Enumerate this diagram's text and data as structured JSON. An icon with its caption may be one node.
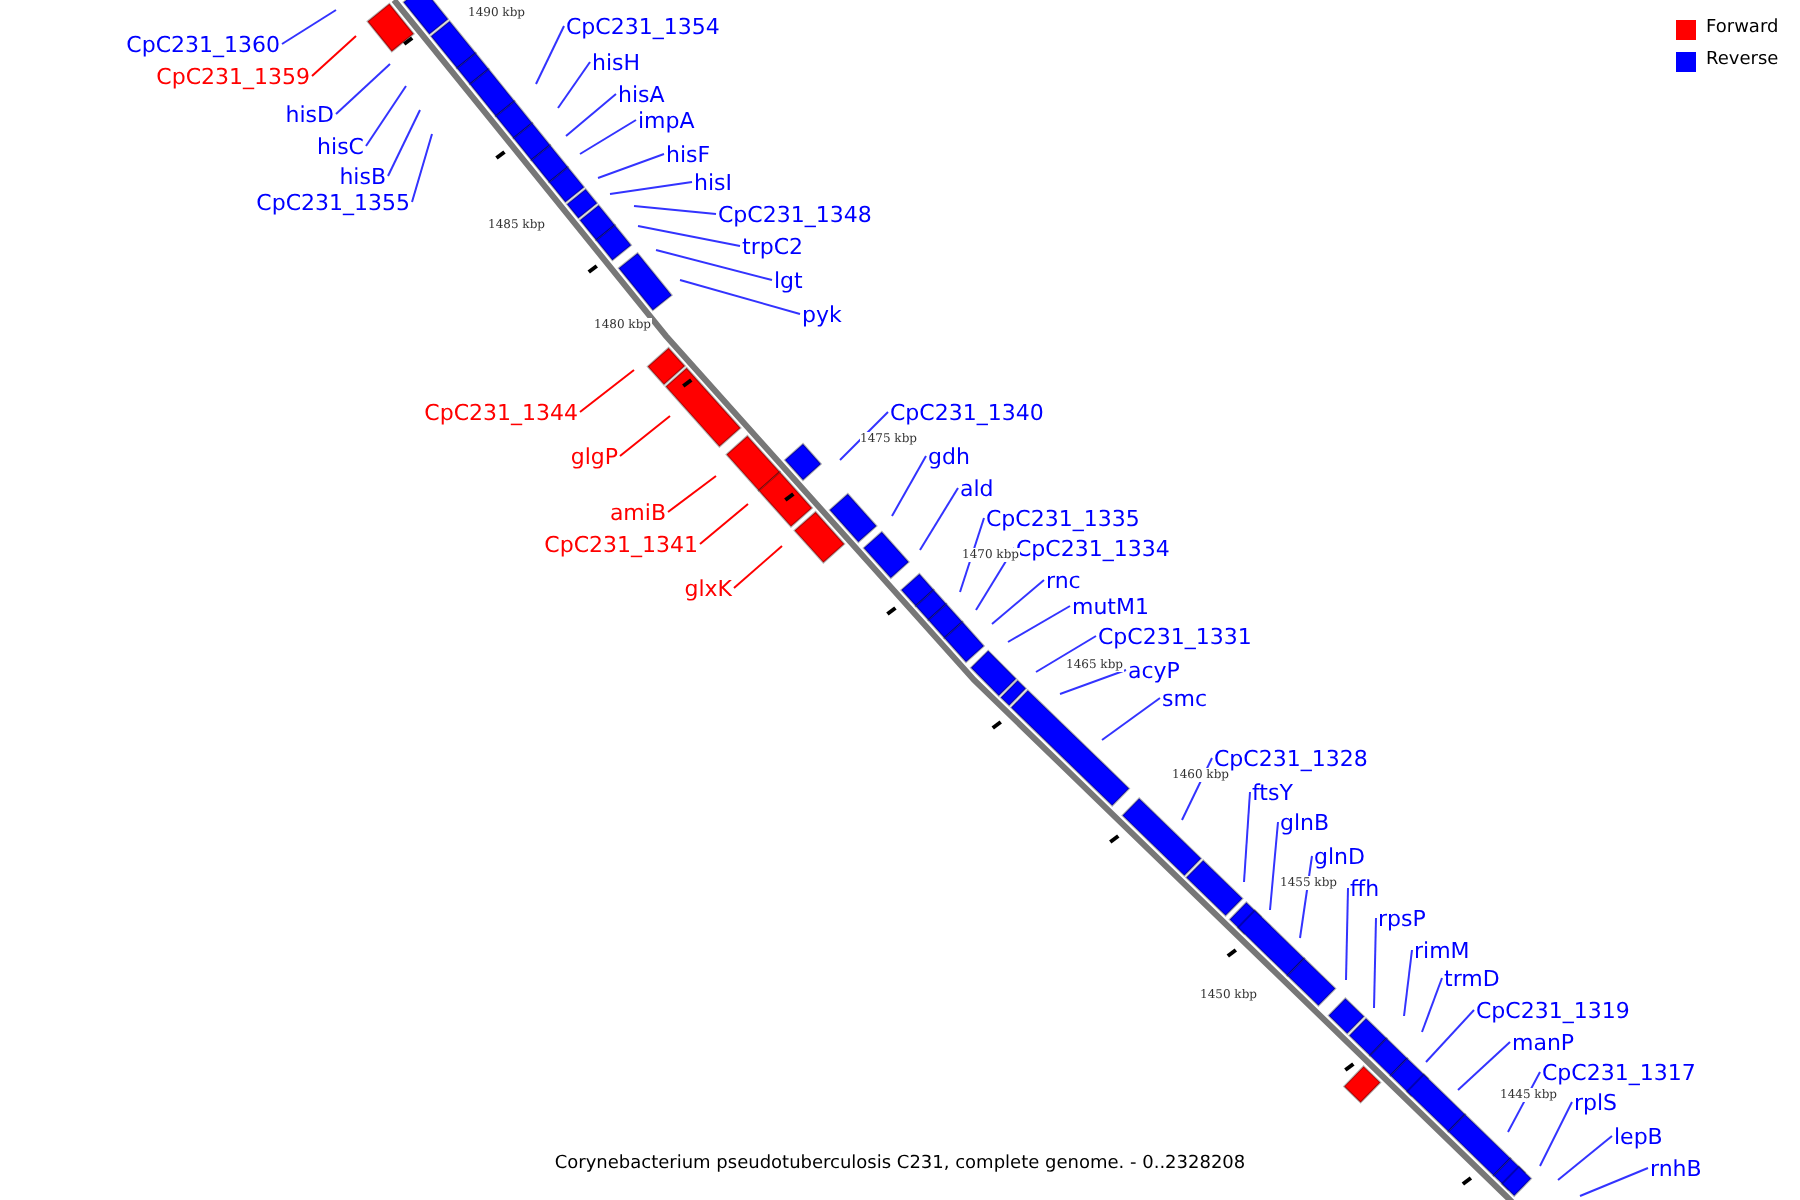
{
  "diagram": {
    "caption": "Corynebacterium pseudotuberculosis C231, complete genome. - 0..2328208",
    "nodes": [
      {
        "text": [
          "CpC231_1360"
        ]
      },
      {
        "text": [
          "CpC231_1359"
        ]
      },
      {
        "text": [
          "hisD"
        ]
      },
      {
        "text": [
          "hisC"
        ]
      },
      {
        "text": [
          "hisB"
        ]
      },
      {
        "text": [
          "CpC231_1355"
        ]
      },
      {
        "text": [
          "CpC231_1354"
        ]
      },
      {
        "text": [
          "hisH"
        ]
      },
      {
        "text": [
          "hisA"
        ]
      },
      {
        "text": [
          "impA"
        ]
      },
      {
        "text": [
          "hisF"
        ]
      },
      {
        "text": [
          "hisI"
        ]
      },
      {
        "text": [
          "CpC231_1348"
        ]
      },
      {
        "text": [
          "trpC2"
        ]
      },
      {
        "text": [
          "lgt"
        ]
      },
      {
        "text": [
          "pyk"
        ]
      },
      {
        "text": [
          "CpC231_1344"
        ]
      },
      {
        "text": [
          "glgP"
        ]
      },
      {
        "text": [
          "amiB"
        ]
      },
      {
        "text": [
          "CpC231_1341"
        ]
      },
      {
        "text": [
          "glxK"
        ]
      },
      {
        "text": [
          "CpC231_1340"
        ]
      },
      {
        "text": [
          "gdh"
        ]
      },
      {
        "text": [
          "ald"
        ]
      },
      {
        "text": [
          "CpC231_1335"
        ]
      },
      {
        "text": [
          "CpC231_1334"
        ]
      },
      {
        "text": [
          "rnc"
        ]
      },
      {
        "text": [
          "mutM1"
        ]
      },
      {
        "text": [
          "CpC231_1331"
        ]
      },
      {
        "text": [
          "acyP"
        ]
      },
      {
        "text": [
          "smc"
        ]
      },
      {
        "text": [
          "CpC231_1328"
        ]
      },
      {
        "text": [
          "ftsY"
        ]
      },
      {
        "text": [
          "glnB"
        ]
      },
      {
        "text": [
          "glnD"
        ]
      },
      {
        "text": [
          "ffh"
        ]
      },
      {
        "text": [
          "rpsP"
        ]
      },
      {
        "text": [
          "rimM"
        ]
      },
      {
        "text": [
          "trmD"
        ]
      },
      {
        "text": [
          "CpC231_1319"
        ]
      },
      {
        "text": [
          "manP"
        ]
      },
      {
        "text": [
          "CpC231_1317"
        ]
      },
      {
        "text": [
          "rplS"
        ]
      },
      {
        "text": [
          "lepB"
        ]
      },
      {
        "text": [
          "rnhB"
        ]
      }
    ],
    "edges": [
      {
        "from": 0,
        "to": null,
        "arrow": "none"
      },
      {
        "from": 1,
        "to": null,
        "arrow": "none",
        "color": "#ff0000"
      },
      {
        "from": 2,
        "to": null,
        "arrow": "none"
      },
      {
        "from": 3,
        "to": null,
        "arrow": "none"
      },
      {
        "from": 4,
        "to": null,
        "arrow": "none"
      },
      {
        "from": 5,
        "to": null,
        "arrow": "none"
      },
      {
        "from": 6,
        "to": null,
        "arrow": "none"
      },
      {
        "from": 7,
        "to": null,
        "arrow": "none"
      },
      {
        "from": 8,
        "to": null,
        "arrow": "none"
      },
      {
        "from": 9,
        "to": null,
        "arrow": "none"
      },
      {
        "from": 10,
        "to": null,
        "arrow": "none"
      },
      {
        "from": 11,
        "to": null,
        "arrow": "none"
      },
      {
        "from": 12,
        "to": null,
        "arrow": "none"
      },
      {
        "from": 13,
        "to": null,
        "arrow": "none"
      },
      {
        "from": 14,
        "to": null,
        "arrow": "none"
      },
      {
        "from": 15,
        "to": null,
        "arrow": "none"
      },
      {
        "from": 16,
        "to": null,
        "arrow": "none",
        "color": "#ff0000"
      },
      {
        "from": 17,
        "to": null,
        "arrow": "none",
        "color": "#ff0000"
      },
      {
        "from": 18,
        "to": null,
        "arrow": "none",
        "color": "#ff0000"
      },
      {
        "from": 19,
        "to": null,
        "arrow": "none",
        "color": "#ff0000"
      },
      {
        "from": 20,
        "to": null,
        "arrow": "none",
        "color": "#ff0000"
      },
      {
        "from": 21,
        "to": null,
        "arrow": "none"
      },
      {
        "from": 22,
        "to": null,
        "arrow": "none"
      },
      {
        "from": 23,
        "to": null,
        "arrow": "none"
      },
      {
        "from": 24,
        "to": null,
        "arrow": "none"
      },
      {
        "from": 25,
        "to": null,
        "arrow": "none"
      },
      {
        "from": 26,
        "to": null,
        "arrow": "none"
      },
      {
        "from": 27,
        "to": null,
        "arrow": "none"
      },
      {
        "from": 28,
        "to": null,
        "arrow": "none"
      },
      {
        "from": 29,
        "to": null,
        "arrow": "none"
      },
      {
        "from": 30,
        "to": null,
        "arrow": "none"
      },
      {
        "from": 31,
        "to": null,
        "arrow": "none"
      },
      {
        "from": 32,
        "to": null,
        "arrow": "none"
      },
      {
        "from": 33,
        "to": null,
        "arrow": "none"
      },
      {
        "from": 34,
        "to": null,
        "arrow": "none"
      },
      {
        "from": 35,
        "to": null,
        "arrow": "none"
      },
      {
        "from": 36,
        "to": null,
        "arrow": "none"
      },
      {
        "from": 37,
        "to": null,
        "arrow": "none"
      },
      {
        "from": 38,
        "to": null,
        "arrow": "none"
      },
      {
        "from": 39,
        "to": null,
        "arrow": "none"
      },
      {
        "from": 40,
        "to": null,
        "arrow": "none"
      },
      {
        "from": 41,
        "to": null,
        "arrow": "none"
      },
      {
        "from": 42,
        "to": null,
        "arrow": "none"
      },
      {
        "from": 43,
        "to": null,
        "arrow": "none"
      },
      {
        "from": 44,
        "to": null,
        "arrow": "none"
      }
    ],
    "labels": [
      "1490 kbp",
      "1485 kbp",
      "1480 kbp",
      "1475 kbp",
      "1470 kbp",
      "1465 kbp",
      "1460 kbp",
      "1455 kbp",
      "1450 kbp",
      "1445 kbp"
    ],
    "legend": [
      {
        "text": "Forward",
        "color": "#ff0000"
      },
      {
        "text": "Reverse",
        "color": "#0000ff"
      }
    ]
  }
}
